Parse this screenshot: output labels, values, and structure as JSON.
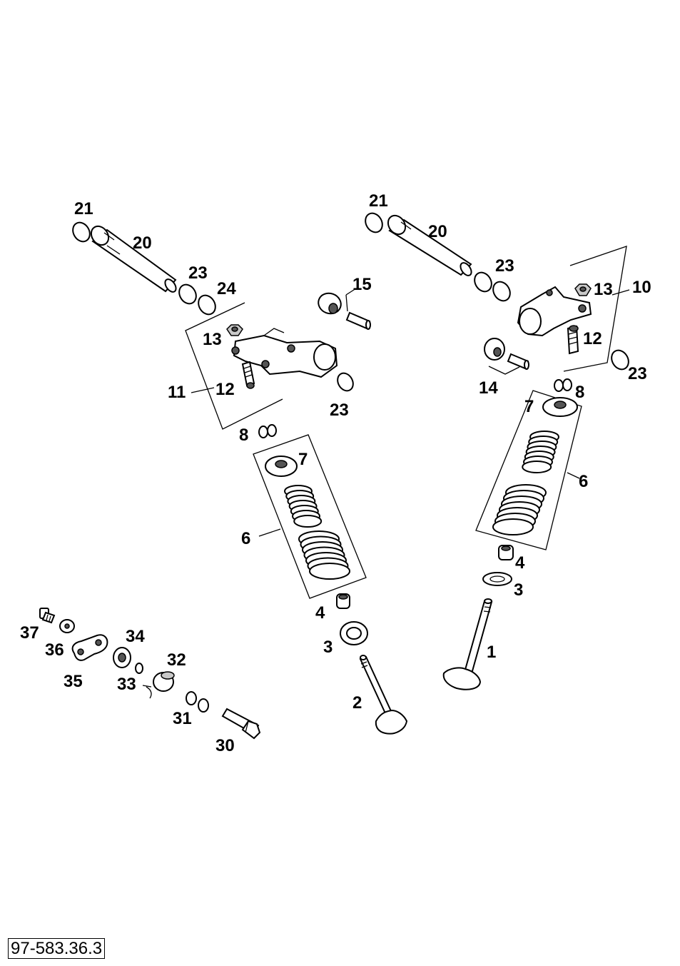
{
  "diagram_code": "97-583.36.3",
  "labels": [
    {
      "id": "l21a",
      "text": "21"
    },
    {
      "id": "l20a",
      "text": "20"
    },
    {
      "id": "l23a",
      "text": "23"
    },
    {
      "id": "l24",
      "text": "24"
    },
    {
      "id": "l15",
      "text": "15"
    },
    {
      "id": "l13a",
      "text": "13"
    },
    {
      "id": "l11",
      "text": "11"
    },
    {
      "id": "l12a",
      "text": "12"
    },
    {
      "id": "l23b",
      "text": "23"
    },
    {
      "id": "l8a",
      "text": "8"
    },
    {
      "id": "l7a",
      "text": "7"
    },
    {
      "id": "l6a",
      "text": "6"
    },
    {
      "id": "l4a",
      "text": "4"
    },
    {
      "id": "l3a",
      "text": "3"
    },
    {
      "id": "l2",
      "text": "2"
    },
    {
      "id": "l21b",
      "text": "21"
    },
    {
      "id": "l20b",
      "text": "20"
    },
    {
      "id": "l23c",
      "text": "23"
    },
    {
      "id": "l13b",
      "text": "13"
    },
    {
      "id": "l10",
      "text": "10"
    },
    {
      "id": "l12b",
      "text": "12"
    },
    {
      "id": "l23d",
      "text": "23"
    },
    {
      "id": "l14",
      "text": "14"
    },
    {
      "id": "l8b",
      "text": "8"
    },
    {
      "id": "l7b",
      "text": "7"
    },
    {
      "id": "l6b",
      "text": "6"
    },
    {
      "id": "l4b",
      "text": "4"
    },
    {
      "id": "l3b",
      "text": "3"
    },
    {
      "id": "l1",
      "text": "1"
    },
    {
      "id": "l37",
      "text": "37"
    },
    {
      "id": "l36",
      "text": "36"
    },
    {
      "id": "l35",
      "text": "35"
    },
    {
      "id": "l34",
      "text": "34"
    },
    {
      "id": "l33",
      "text": "33"
    },
    {
      "id": "l32",
      "text": "32"
    },
    {
      "id": "l31",
      "text": "31"
    },
    {
      "id": "l30",
      "text": "30"
    }
  ]
}
